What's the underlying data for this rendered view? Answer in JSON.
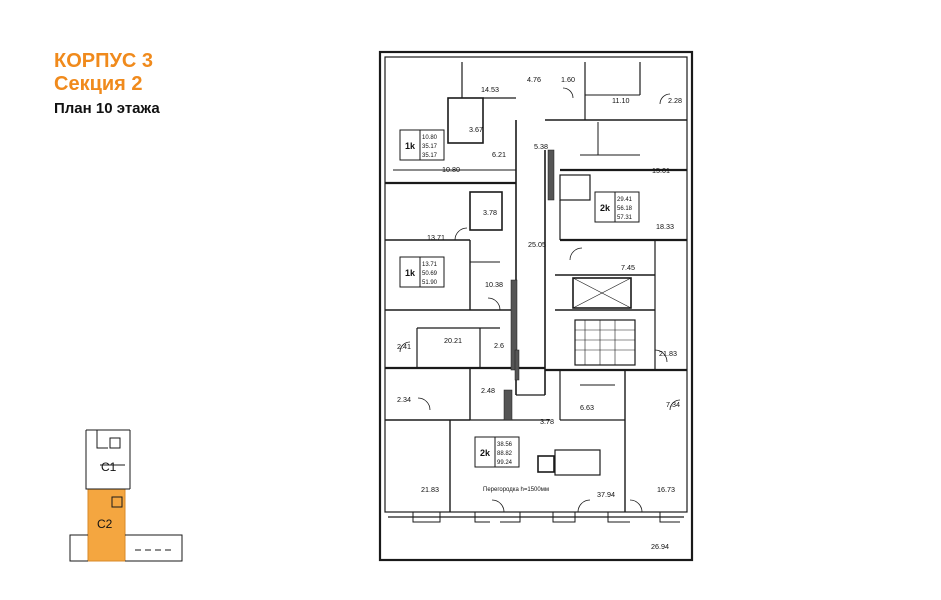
{
  "header": {
    "building": "КОРПУС 3",
    "section": "Секция 2",
    "floor_plan": "План 10 этажа"
  },
  "colors": {
    "accent": "#f08a1c",
    "wall": "#1a1a1a"
  },
  "apartments": [
    {
      "type": "1k",
      "values": [
        "10.80",
        "35.17",
        "35.17"
      ]
    },
    {
      "type": "2k",
      "values": [
        "29.41",
        "56.18",
        "57.31"
      ]
    },
    {
      "type": "1k",
      "values": [
        "13.71",
        "50.69",
        "51.90"
      ]
    },
    {
      "type": "2k",
      "values": [
        "38.56",
        "88.82",
        "99.24"
      ]
    }
  ],
  "room_areas": {
    "r1": "14.53",
    "r2": "4.76",
    "r3": "1.60",
    "r4": "11.10",
    "r5": "2.28",
    "r6": "3.67",
    "r7": "6.21",
    "r8": "5.38",
    "r9": "10.80",
    "r10": "15.01",
    "r11": "3.78",
    "r12": "18.33",
    "r13": "13.71",
    "r14": "25.05",
    "r15": "7.45",
    "r16": "10.38",
    "r17": "20.21",
    "r18": "2.41",
    "r19": "2.6",
    "r20": "21.83",
    "r21": "2.48",
    "r22": "2.34",
    "r23": "6.63",
    "r24": "7.34",
    "r25": "3.78",
    "r26": "21.83",
    "r27": "37.94",
    "r28": "16.73",
    "r29": "26.94"
  },
  "partition_note": "Перегородка h=1500мм",
  "key_plan": {
    "labels": [
      "C1",
      "C2"
    ],
    "highlighted": "C2"
  }
}
